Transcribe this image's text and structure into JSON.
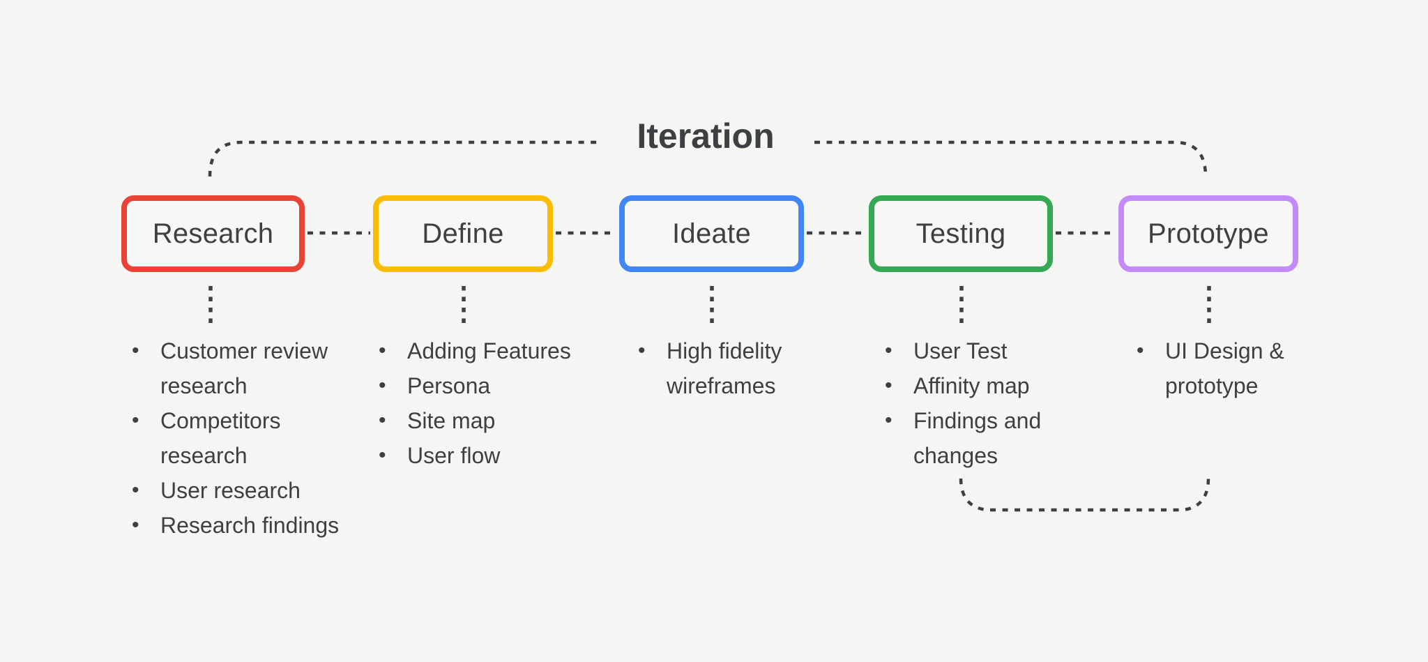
{
  "title": "Iteration",
  "colors": {
    "background": "#F5F5F4",
    "text": "#3C4043",
    "connector_line": "#3C4043"
  },
  "stages": [
    {
      "label": "Research",
      "color": "#E94335",
      "items": [
        "Customer review research",
        "Competitors research",
        "User research",
        "Research findings"
      ]
    },
    {
      "label": "Define",
      "color": "#FBBC04",
      "items": [
        "Adding Features",
        "Persona",
        "Site map",
        "User flow"
      ]
    },
    {
      "label": "Ideate",
      "color": "#4285F4",
      "items": [
        "High fidelity wireframes"
      ]
    },
    {
      "label": "Testing",
      "color": "#34A853",
      "items": [
        "User Test",
        "Affinity map",
        "Findings and changes"
      ]
    },
    {
      "label": "Prototype",
      "color": "#C58AF9",
      "items": [
        "UI Design & prototype"
      ]
    }
  ]
}
